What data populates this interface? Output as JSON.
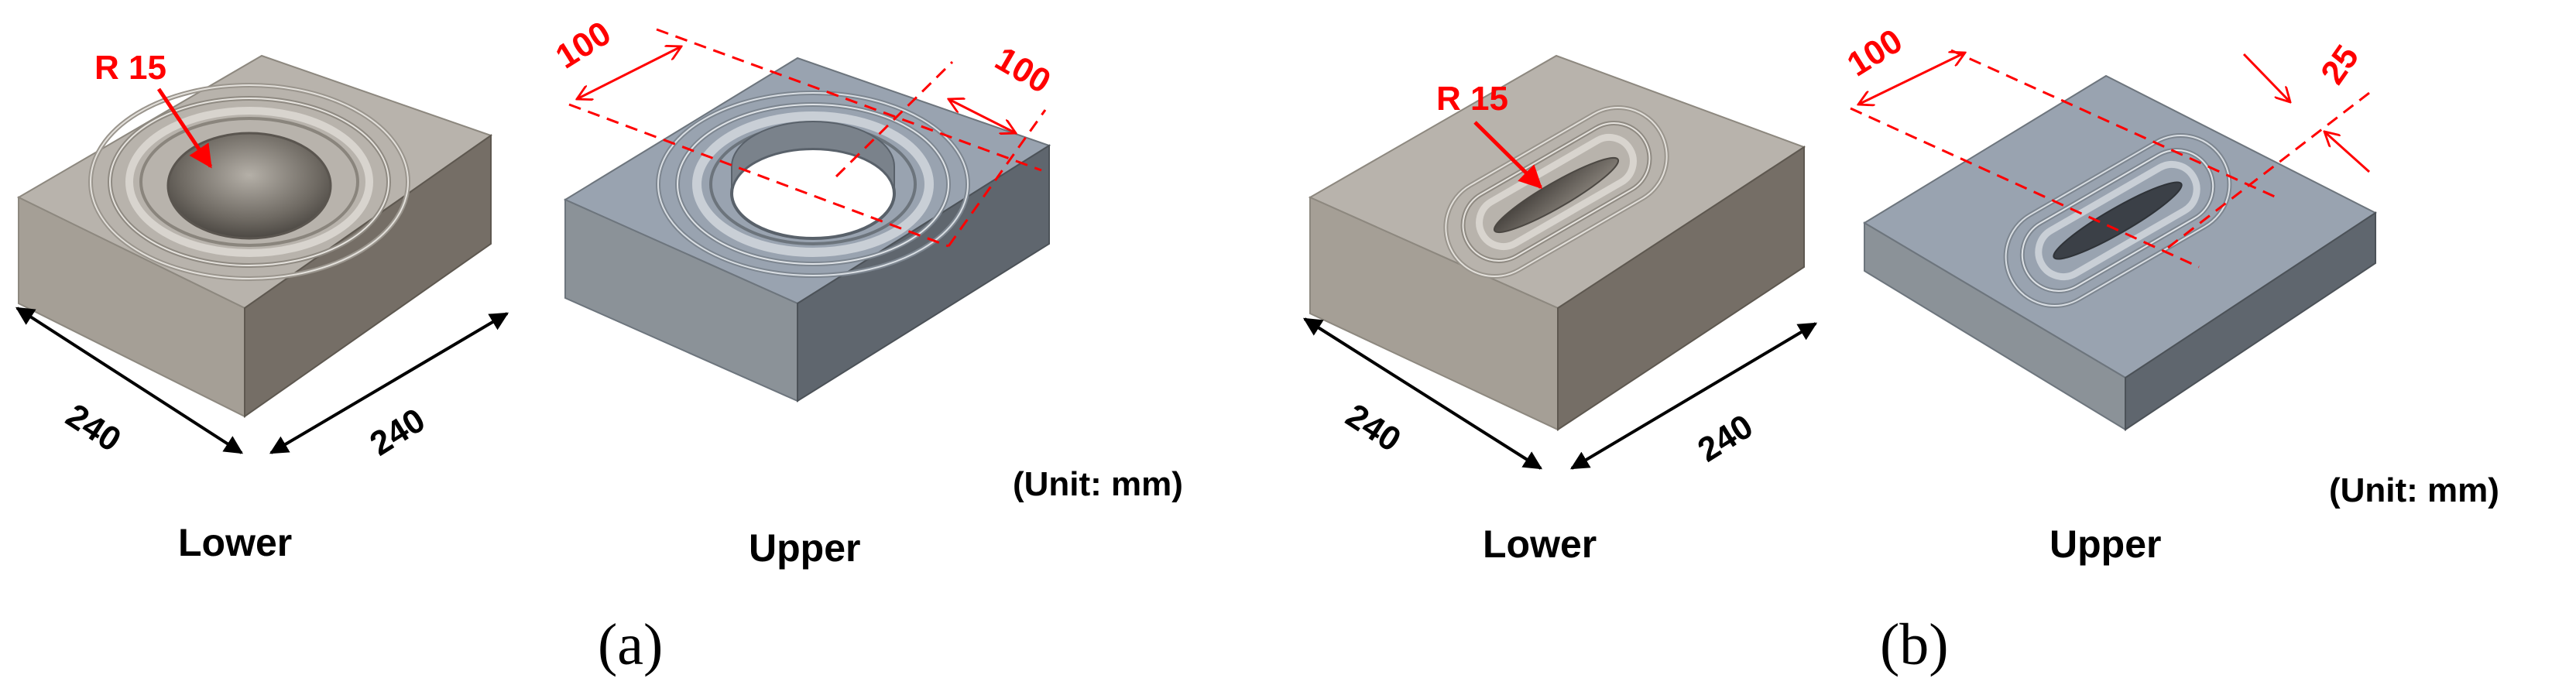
{
  "colors": {
    "dimension_red": "#ff0000",
    "dimension_black": "#000000",
    "lower_top": "#b8b3ac",
    "lower_left": "#a59f96",
    "lower_right": "#756e66",
    "upper_top": "#99a3b0",
    "upper_left": "#8b9298",
    "upper_right": "#5f666e"
  },
  "panel_a": {
    "lower": {
      "label": "Lower",
      "radius_label": "R 15",
      "width_label": "240",
      "depth_label": "240"
    },
    "upper": {
      "label": "Upper",
      "dim_left": "100",
      "dim_right": "100"
    },
    "unit_label": "(Unit: mm)",
    "caption": "(a)"
  },
  "panel_b": {
    "lower": {
      "label": "Lower",
      "radius_label": "R 15",
      "width_label": "240",
      "depth_label": "240"
    },
    "upper": {
      "label": "Upper",
      "dim_left": "100",
      "dim_right": "25"
    },
    "unit_label": "(Unit: mm)",
    "caption": "(b)"
  }
}
